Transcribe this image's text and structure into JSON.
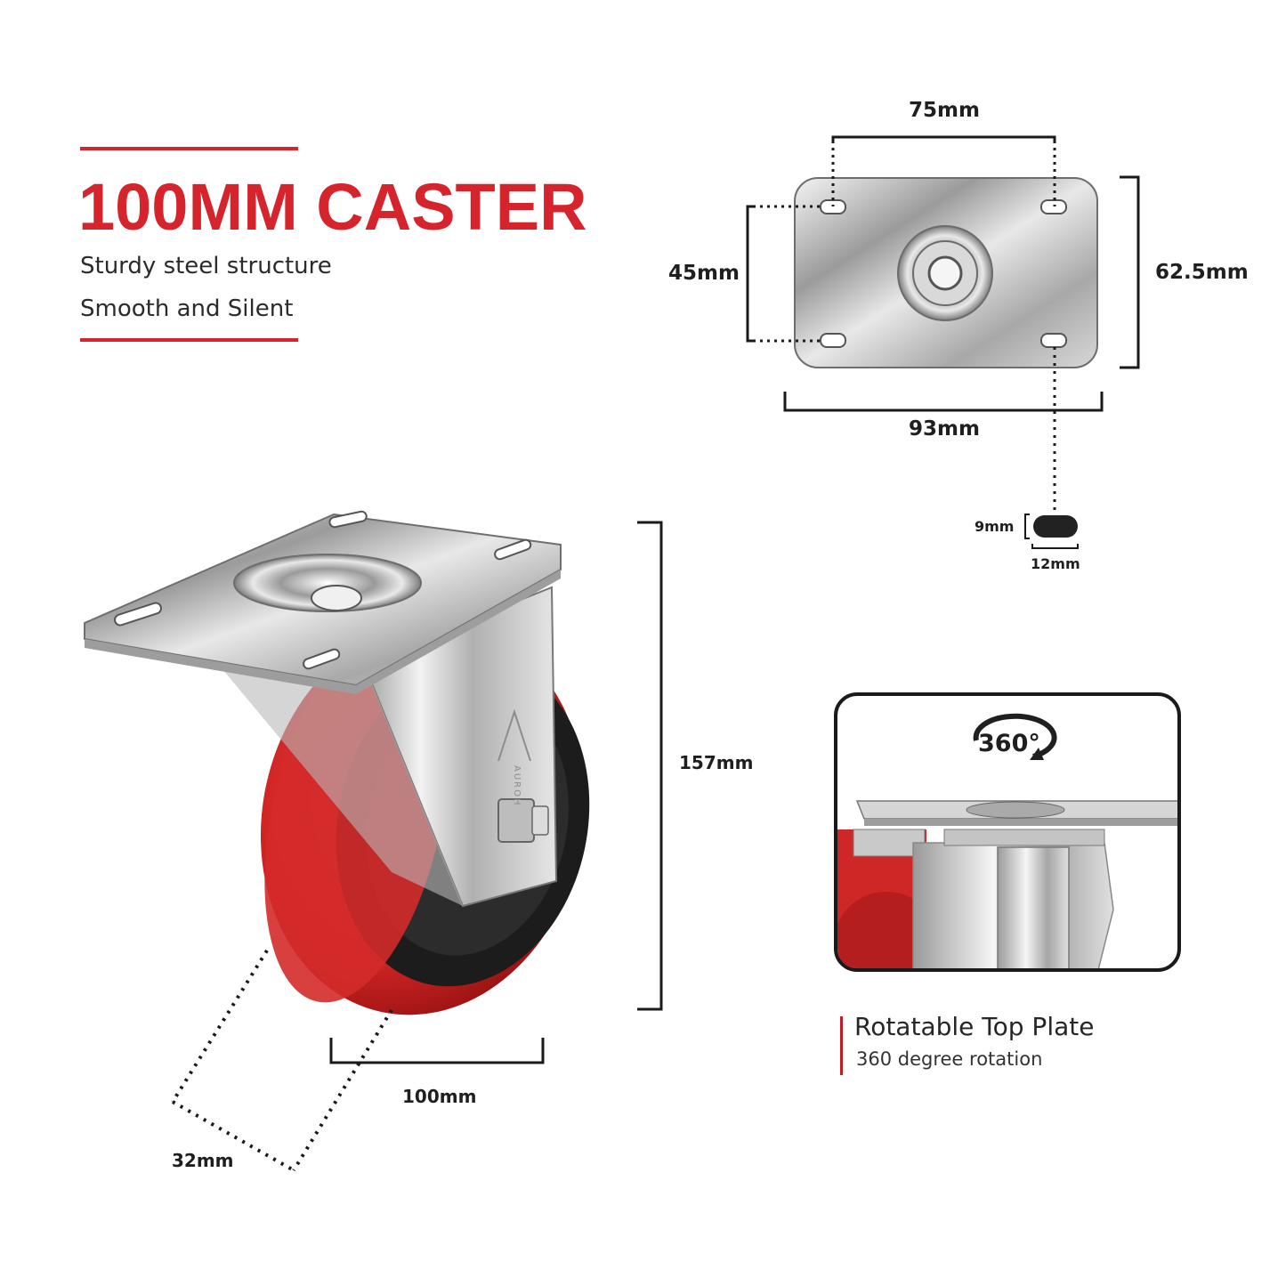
{
  "heading": {
    "title": "100MM CASTER",
    "lines": [
      "Sturdy steel structure",
      "Smooth and Silent"
    ],
    "accent_color": "#d6242c"
  },
  "top_plate_dimensions": {
    "hole_spacing_width": "75mm",
    "hole_spacing_height": "45mm",
    "plate_height": "62.5mm",
    "plate_width": "93mm",
    "slot_height": "9mm",
    "slot_width": "12mm"
  },
  "caster_dimensions": {
    "overall_height": "157mm",
    "wheel_diameter": "100mm",
    "wheel_width": "32mm"
  },
  "brand_mark": "AUROH",
  "feature": {
    "badge": "360°",
    "title": "Rotatable Top Plate",
    "subtitle": "360 degree rotation"
  }
}
